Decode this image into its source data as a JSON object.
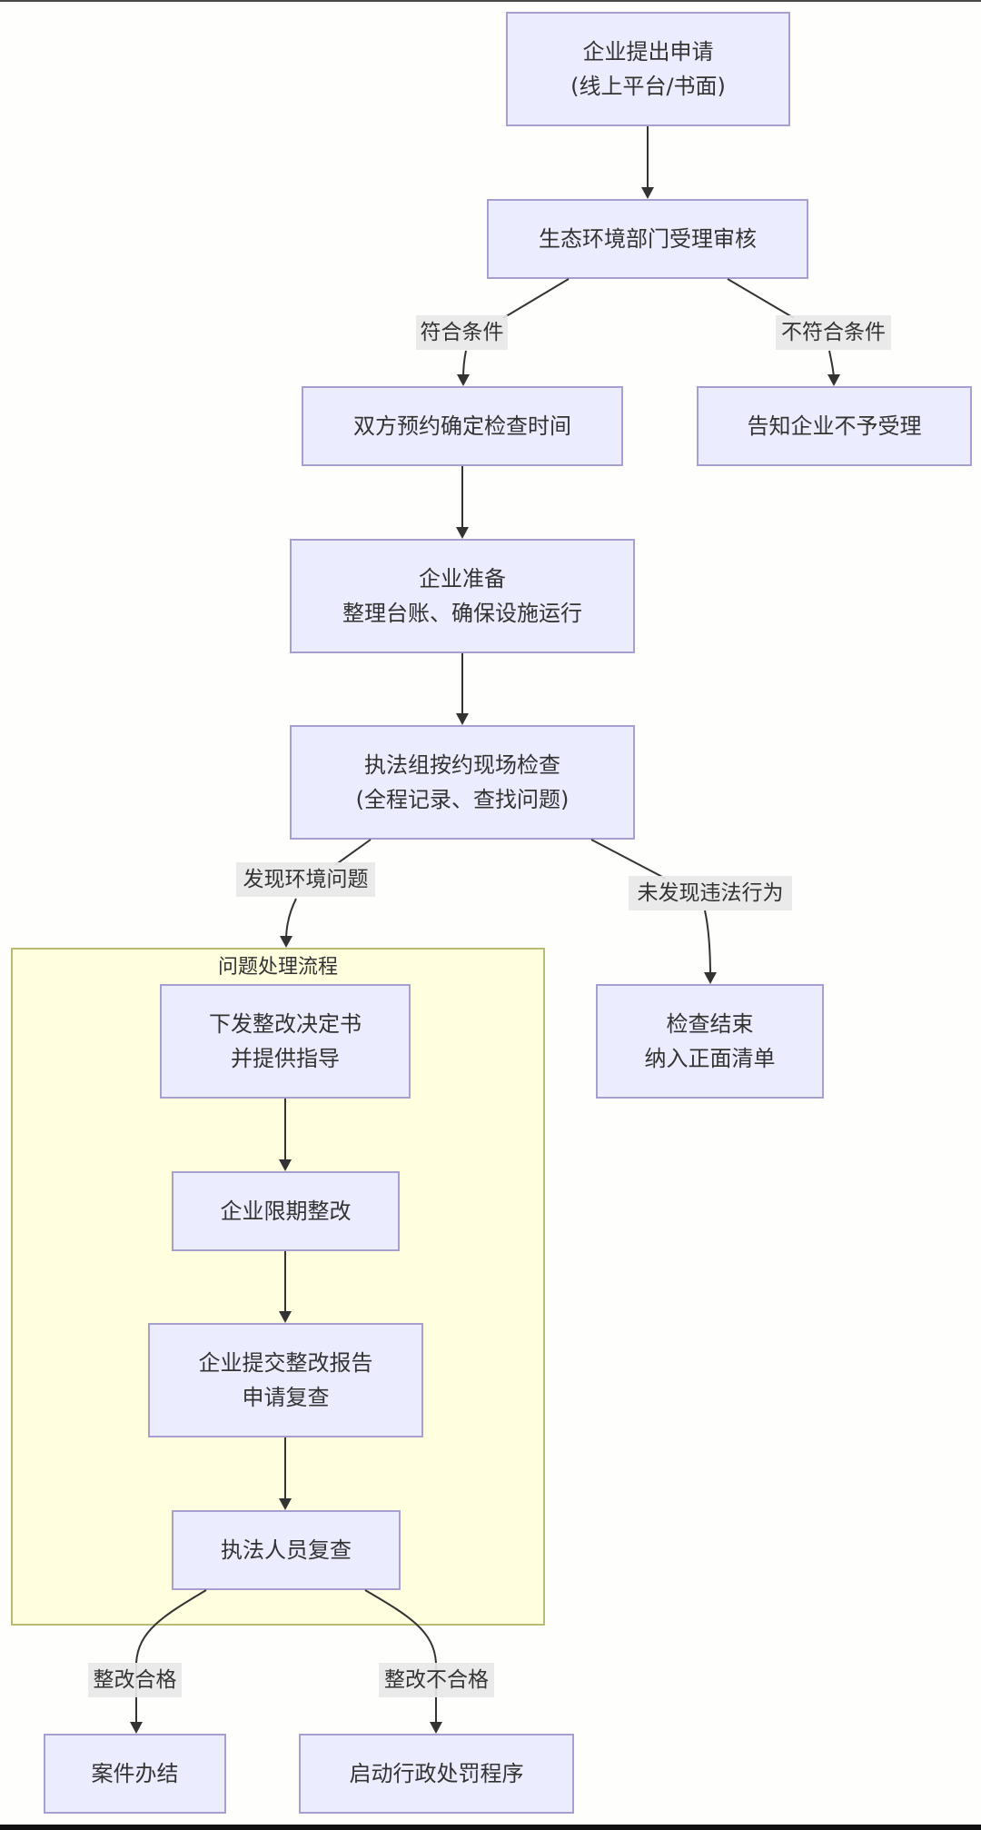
{
  "diagram": {
    "type": "flowchart",
    "nodes": {
      "apply": {
        "lines": [
          "企业提出申请",
          "(线上平台/书面)"
        ]
      },
      "review": {
        "lines": [
          "生态环境部门受理审核"
        ]
      },
      "schedule": {
        "lines": [
          "双方预约确定检查时间"
        ]
      },
      "reject": {
        "lines": [
          "告知企业不予受理"
        ]
      },
      "prepare": {
        "lines": [
          "企业准备",
          "整理台账、确保设施运行"
        ]
      },
      "inspect": {
        "lines": [
          "执法组按约现场检查",
          "(全程记录、查找问题)"
        ]
      },
      "notice": {
        "lines": [
          "下发整改决定书",
          "并提供指导"
        ]
      },
      "no_violation": {
        "lines": [
          "检查结束",
          "纳入正面清单"
        ]
      },
      "rectify": {
        "lines": [
          "企业限期整改"
        ]
      },
      "report": {
        "lines": [
          "企业提交整改报告",
          "申请复查"
        ]
      },
      "recheck": {
        "lines": [
          "执法人员复查"
        ]
      },
      "closed": {
        "lines": [
          "案件办结"
        ]
      },
      "penalty": {
        "lines": [
          "启动行政处罚程序"
        ]
      }
    },
    "subgraph": {
      "title": "问题处理流程"
    },
    "edges": [
      {
        "from": "apply",
        "to": "review",
        "label": ""
      },
      {
        "from": "review",
        "to": "schedule",
        "label": "符合条件"
      },
      {
        "from": "review",
        "to": "reject",
        "label": "不符合条件"
      },
      {
        "from": "schedule",
        "to": "prepare",
        "label": ""
      },
      {
        "from": "prepare",
        "to": "inspect",
        "label": ""
      },
      {
        "from": "inspect",
        "to": "subgraph",
        "label": "发现环境问题"
      },
      {
        "from": "inspect",
        "to": "no_violation",
        "label": "未发现违法行为"
      },
      {
        "from": "notice",
        "to": "rectify",
        "label": ""
      },
      {
        "from": "rectify",
        "to": "report",
        "label": ""
      },
      {
        "from": "report",
        "to": "recheck",
        "label": ""
      },
      {
        "from": "recheck",
        "to": "closed",
        "label": "整改合格"
      },
      {
        "from": "recheck",
        "to": "penalty",
        "label": "整改不合格"
      }
    ],
    "colors": {
      "node_fill": "#ececff",
      "node_border": "#a79fd2",
      "subgraph_fill": "#fffede",
      "subgraph_border": "#b8bb72",
      "edge": "#333333",
      "label_bg": "#e8e8e8",
      "text": "#333333"
    }
  }
}
